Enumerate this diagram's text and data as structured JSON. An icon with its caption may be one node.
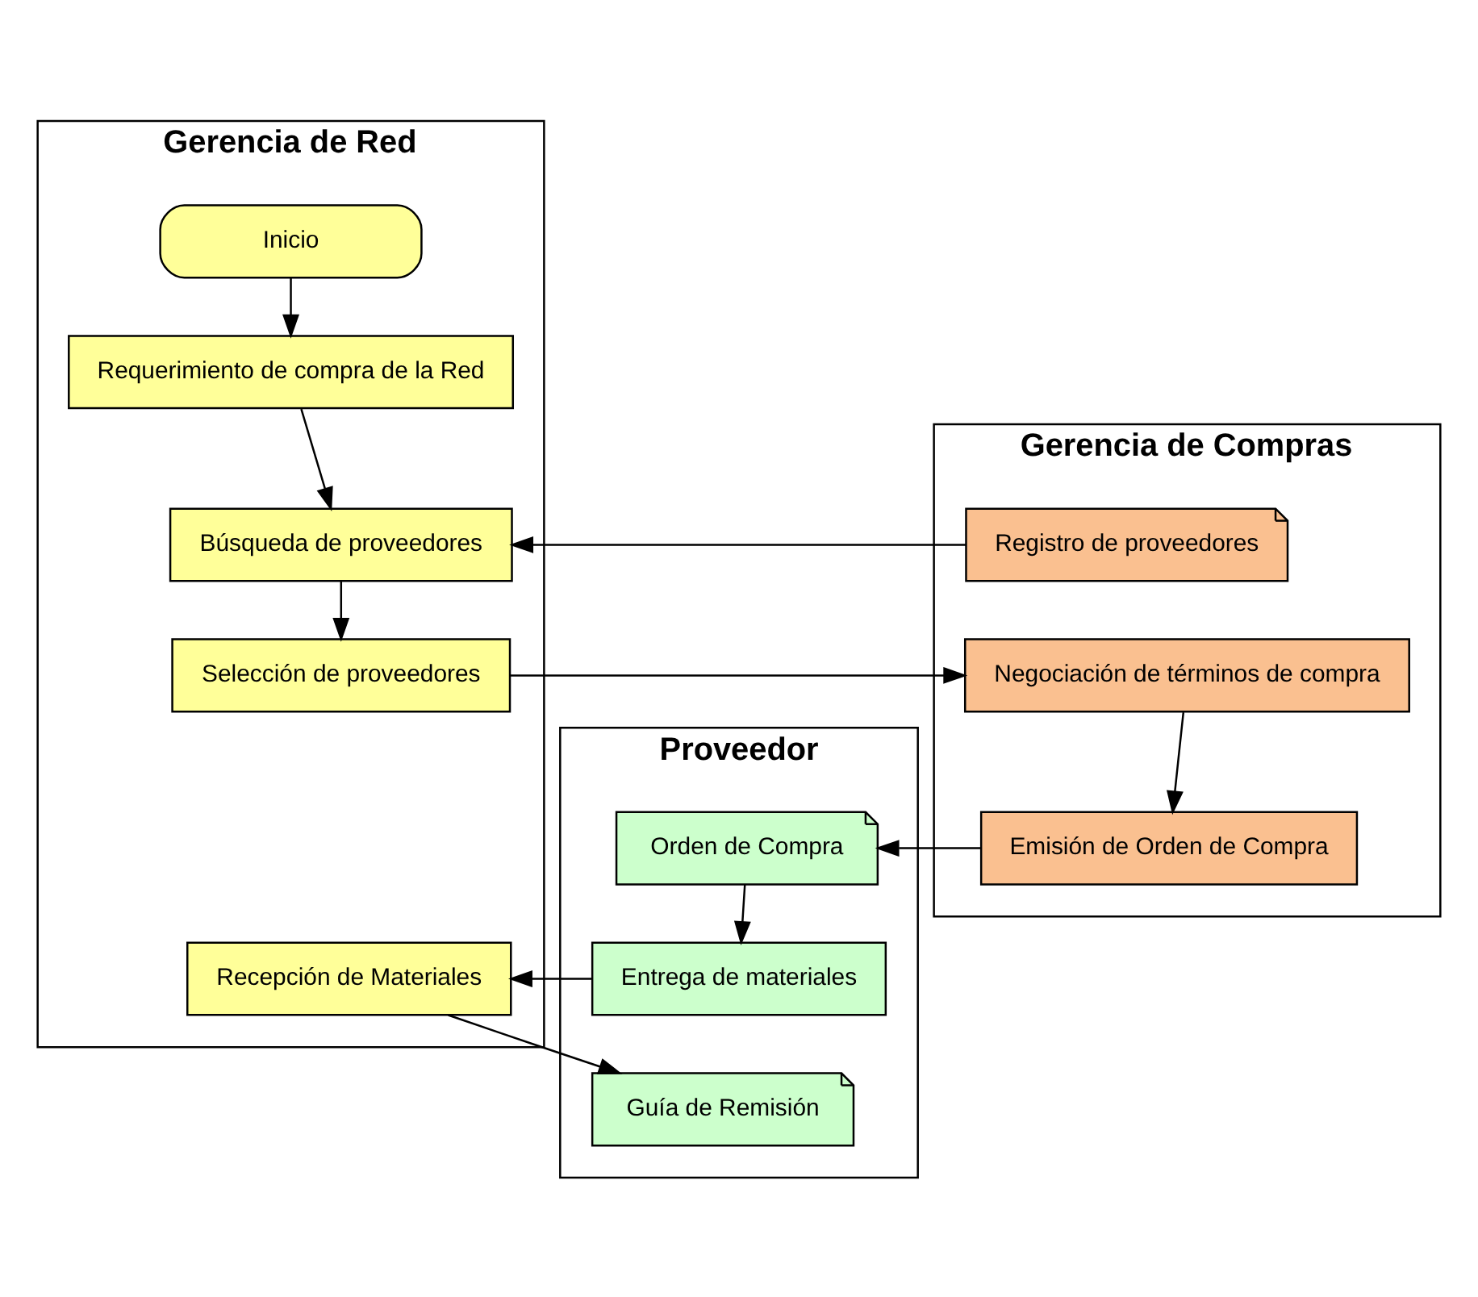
{
  "diagram": {
    "nodes": [
      {
        "text": [
          "Gerencia de Red"
        ]
      },
      {
        "text": [
          "Gerencia de Compras"
        ]
      },
      {
        "text": [
          "Proveedor"
        ]
      },
      {
        "text": [
          "Inicio"
        ],
        "in": 0
      },
      {
        "text": [
          "Requerimiento de compra de la Red"
        ],
        "in": 0
      },
      {
        "text": [
          "Búsqueda de proveedores"
        ],
        "in": 0
      },
      {
        "text": [
          "Selección de proveedores"
        ],
        "in": 0
      },
      {
        "text": [
          "Recepción de Materiales"
        ],
        "in": 0
      },
      {
        "text": [
          "Registro de proveedores"
        ],
        "in": 1
      },
      {
        "text": [
          "Negociación de términos de compra"
        ],
        "in": 1
      },
      {
        "text": [
          "Emisión de Orden de Compra"
        ],
        "in": 1
      },
      {
        "text": [
          "Orden de Compra"
        ],
        "in": 2
      },
      {
        "text": [
          "Entrega de materiales"
        ],
        "in": 2
      },
      {
        "text": [
          "Guía de Remisión"
        ],
        "in": 2
      }
    ],
    "edges": [
      {
        "from": 3,
        "to": 4,
        "arrow": "to"
      },
      {
        "from": 4,
        "to": 5,
        "arrow": "to"
      },
      {
        "from": 8,
        "to": 5,
        "arrow": "to"
      },
      {
        "from": 5,
        "to": 6,
        "arrow": "to"
      },
      {
        "from": 6,
        "to": 9,
        "arrow": "to"
      },
      {
        "from": 9,
        "to": 10,
        "arrow": "to"
      },
      {
        "from": 10,
        "to": 11,
        "arrow": "to"
      },
      {
        "from": 11,
        "to": 12,
        "arrow": "to"
      },
      {
        "from": 12,
        "to": 7,
        "arrow": "to"
      },
      {
        "from": 7,
        "to": 13,
        "arrow": "to"
      }
    ]
  }
}
